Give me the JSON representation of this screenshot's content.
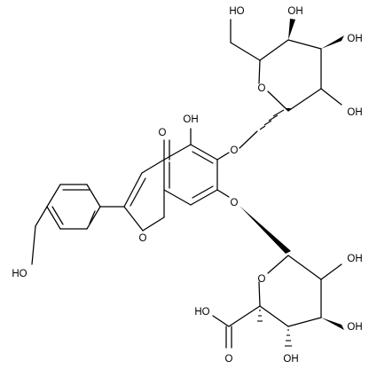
{
  "structure": {
    "atom_labels": {
      "ketone_o": "O",
      "hydroxy_c5": "OH",
      "ether_o6": "O",
      "ether_o7": "O",
      "ring_o1": "O",
      "phenol_oh": "HO",
      "glc_ring_o": "O",
      "glc_c6_oh": "HO",
      "glc_c4_oh": "OH",
      "glc_c3_oh": "OH",
      "glc_c2_oh": "OH",
      "gluA_ring_o": "O",
      "gluA_c2_oh": "OH",
      "gluA_c3_oh": "OH",
      "gluA_c4_oh": "OH",
      "cooh_oh": "HO",
      "cooh_o": "O"
    }
  }
}
